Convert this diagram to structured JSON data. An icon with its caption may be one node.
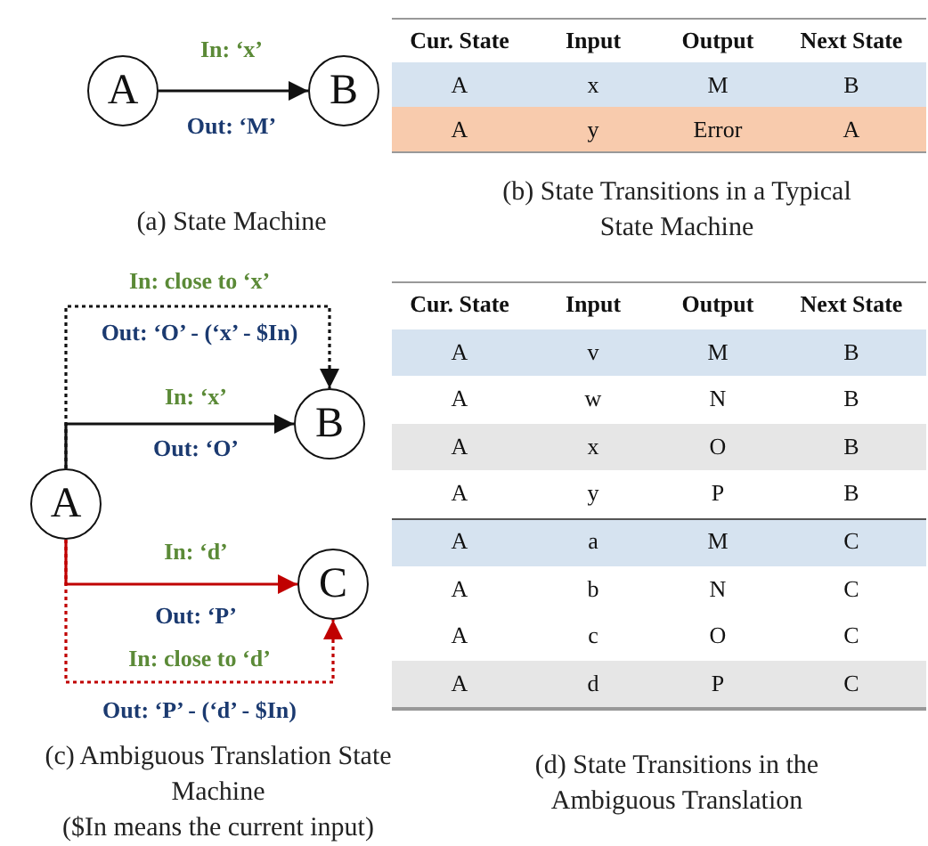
{
  "diagram": {
    "nodes": [
      {
        "text": [
          "A"
        ]
      },
      {
        "text": [
          "B"
        ]
      },
      {
        "text": [
          "A"
        ]
      },
      {
        "text": [
          "B"
        ]
      },
      {
        "text": [
          "C"
        ]
      }
    ],
    "edges": [
      {
        "from": 0,
        "to": 1,
        "arrow": "to",
        "label": [
          "In: ‘x’",
          "Out: ‘M’"
        ]
      },
      {
        "from": 2,
        "to": 3,
        "arrow": "to",
        "style": "dashed",
        "label": [
          "In: close to ‘x’",
          "Out: ‘O’ - (‘x’ - $In)"
        ]
      },
      {
        "from": 2,
        "to": 3,
        "arrow": "to",
        "label": [
          "In: ‘x’",
          "Out: ‘O’"
        ]
      },
      {
        "from": 2,
        "to": 4,
        "arrow": "to",
        "color": "#c00000",
        "label": [
          "In: ‘d’",
          "Out: ‘P’"
        ]
      },
      {
        "from": 2,
        "to": 4,
        "arrow": "to",
        "style": "dashed",
        "color": "#c00000",
        "label": [
          "In: close to ‘d’",
          "Out: ‘P’ - (‘d’ - $In)"
        ]
      }
    ],
    "labels": [
      "(a) State Machine",
      "Cur. State",
      "Input",
      "Output",
      "Next State",
      "A",
      "x",
      "M",
      "B",
      "A",
      "y",
      "Error",
      "A",
      "(b) State Transitions in a Typical State Machine",
      "Cur. State",
      "Input",
      "Output",
      "Next State",
      "A",
      "v",
      "M",
      "B",
      "A",
      "w",
      "N",
      "B",
      "A",
      "x",
      "O",
      "B",
      "A",
      "y",
      "P",
      "B",
      "A",
      "a",
      "M",
      "C",
      "A",
      "b",
      "N",
      "C",
      "A",
      "c",
      "O",
      "C",
      "A",
      "d",
      "P",
      "C",
      "(c) Ambiguous Translation State Machine",
      "($In means the current input)",
      "(d) State Transitions in the Ambiguous Translation"
    ]
  }
}
